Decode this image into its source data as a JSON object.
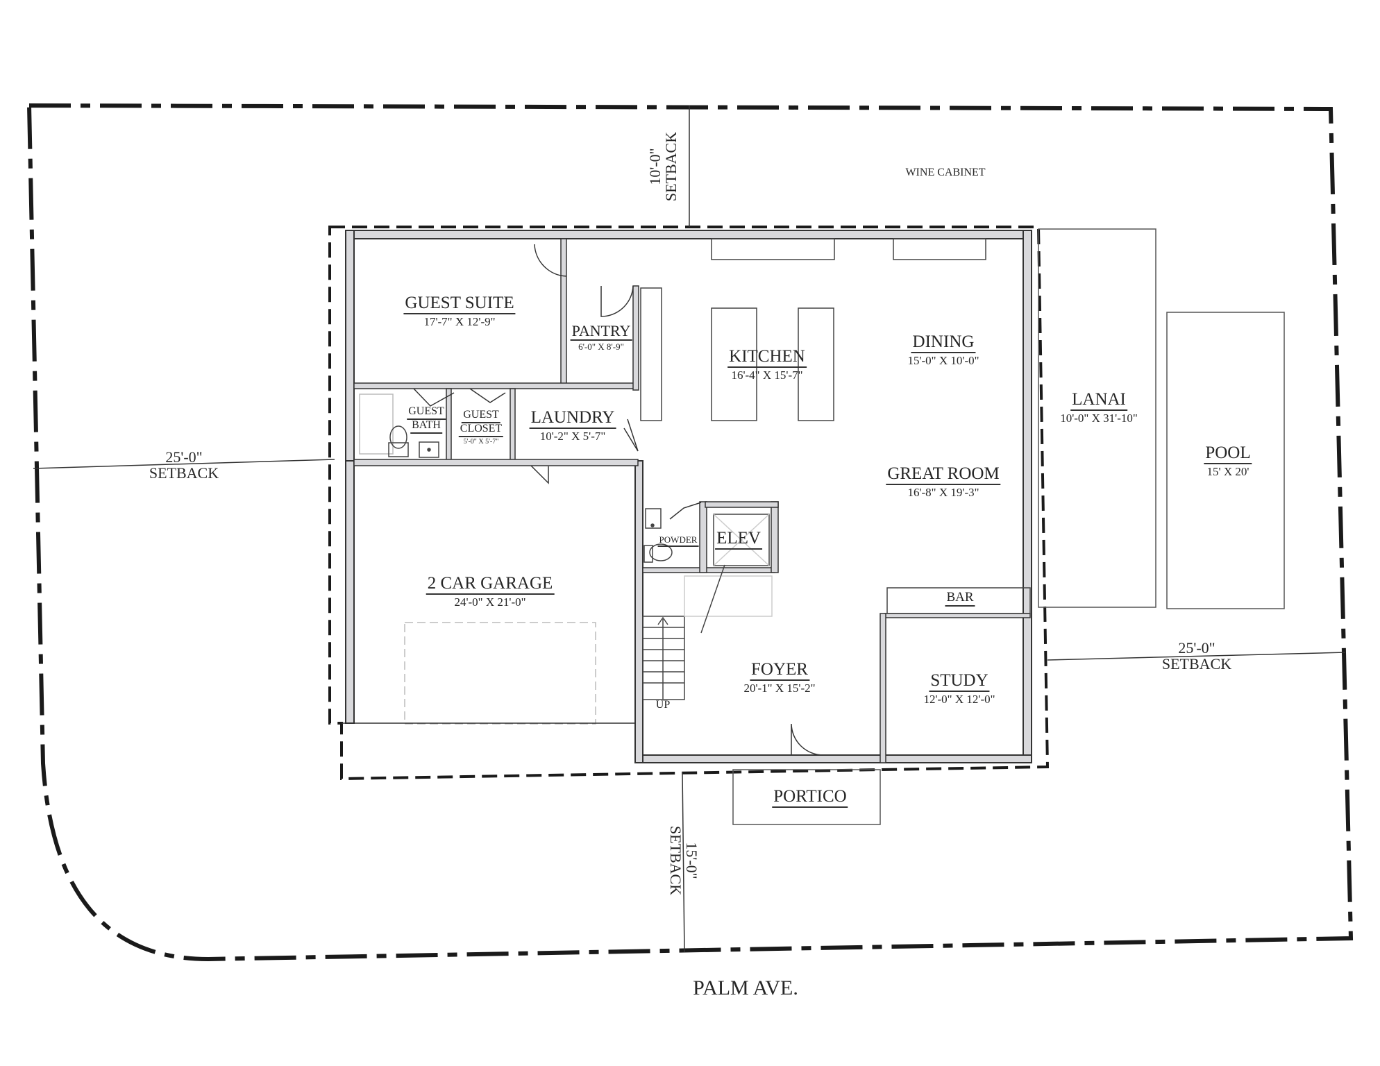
{
  "street": {
    "name": "PALM AVE."
  },
  "wine_cabinet": {
    "label": "WINE CABINET"
  },
  "setbacks": {
    "top": {
      "distance": "10'-0\"",
      "label": "SETBACK"
    },
    "left": {
      "distance": "25'-0\"",
      "label": "SETBACK"
    },
    "right": {
      "distance": "25'-0\"",
      "label": "SETBACK"
    },
    "bottom": {
      "distance": "15'-0\"",
      "label": "SETBACK"
    }
  },
  "rooms": {
    "guest_suite": {
      "name": "GUEST SUITE",
      "dim": "17'-7\" X 12'-9\""
    },
    "pantry": {
      "name": "PANTRY",
      "dim": "6'-0\" X 8'-9\""
    },
    "kitchen": {
      "name": "KITCHEN",
      "dim": "16'-4\" X 15'-7\""
    },
    "dining": {
      "name": "DINING",
      "dim": "15'-0\" X 10'-0\""
    },
    "lanai": {
      "name": "LANAI",
      "dim": "10'-0\" X 31'-10\""
    },
    "pool": {
      "name": "POOL",
      "dim": "15' X 20'"
    },
    "guest_bath": {
      "name_line1": "GUEST",
      "name_line2": "BATH"
    },
    "guest_closet": {
      "name_line1": "GUEST",
      "name_line2": "CLOSET",
      "dim": "5'-0\" X 5'-7\""
    },
    "laundry": {
      "name": "LAUNDRY",
      "dim": "10'-2\" X 5'-7\""
    },
    "great_room": {
      "name": "GREAT ROOM",
      "dim": "16'-8\" X 19'-3\""
    },
    "powder": {
      "name": "POWDER"
    },
    "elev": {
      "name": "ELEV"
    },
    "garage": {
      "name": "2 CAR GARAGE",
      "dim": "24'-0\" X 21'-0\""
    },
    "bar": {
      "name": "BAR"
    },
    "foyer": {
      "name": "FOYER",
      "dim": "20'-1\" X 15'-2\""
    },
    "study": {
      "name": "STUDY",
      "dim": "12'-0\" X 12'-0\""
    },
    "portico": {
      "name": "PORTICO"
    },
    "stairs": {
      "label": "UP"
    }
  },
  "colors": {
    "wall_fill": "#d9d9dc",
    "line": "#333333",
    "property_line": "#1a1a1a"
  }
}
